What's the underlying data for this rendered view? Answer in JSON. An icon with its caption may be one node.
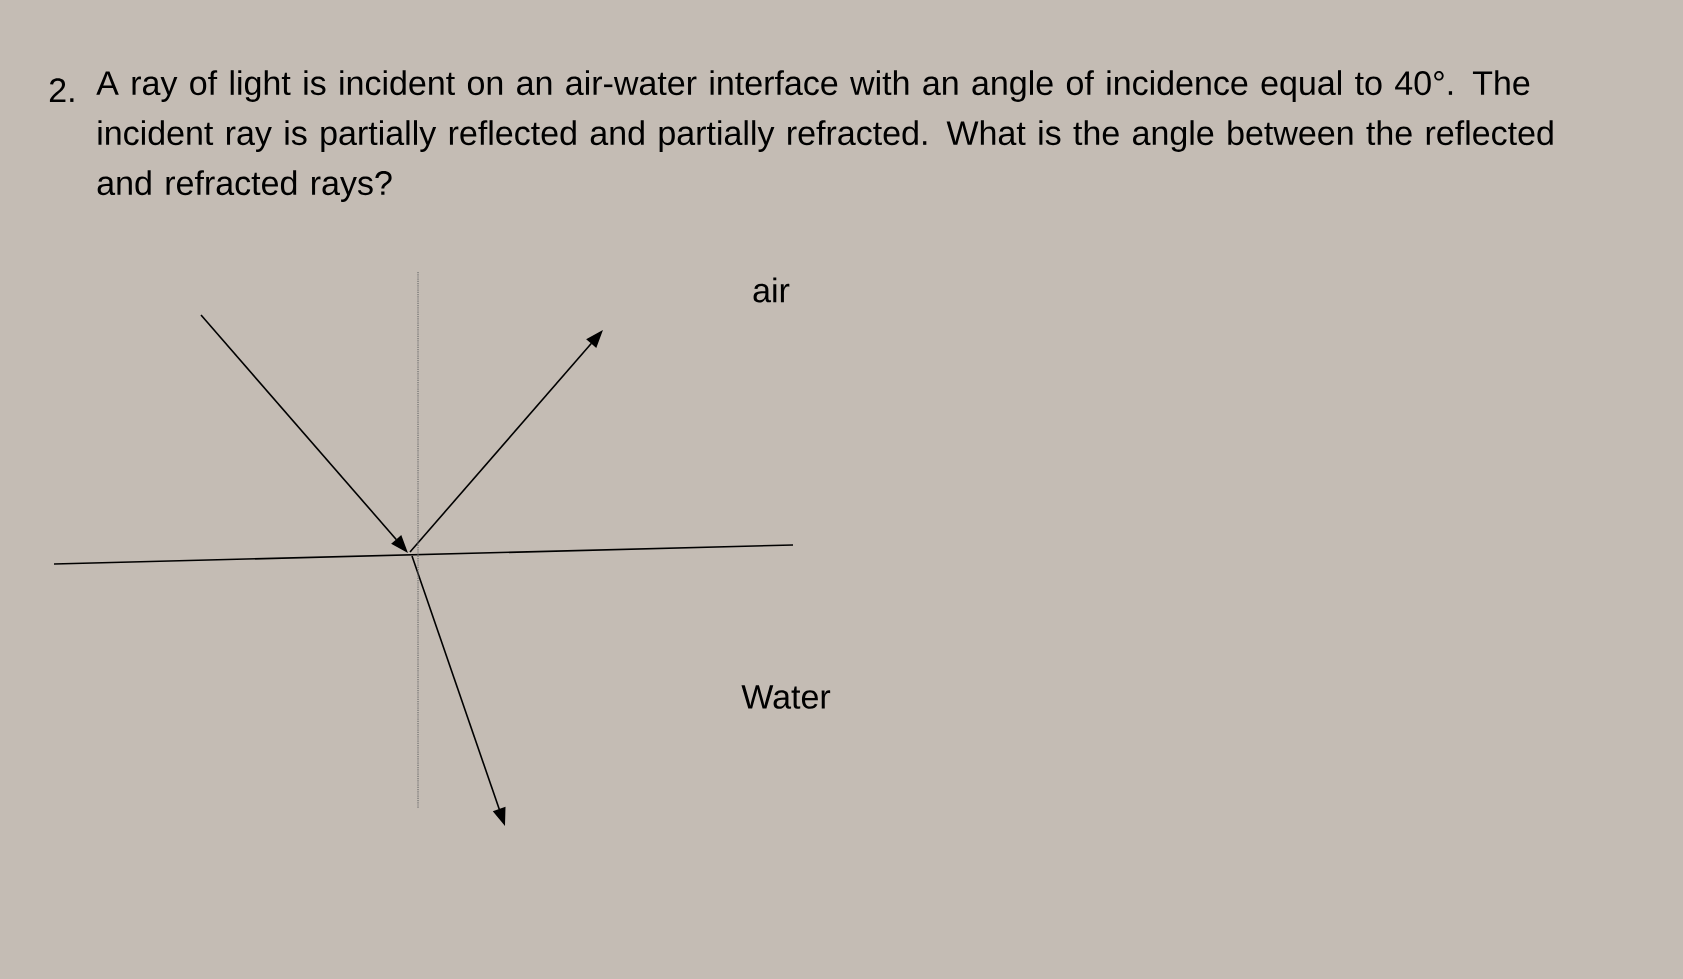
{
  "diagram": {
    "title": "A ray of light is incident on an air-water interface with an angle of incidence equal to 40°. The incident ray is partially reflected and partially refracted. What is the angle between the reflected and refracted rays?",
    "labels": [
      "2.",
      "air",
      "Water"
    ]
  }
}
